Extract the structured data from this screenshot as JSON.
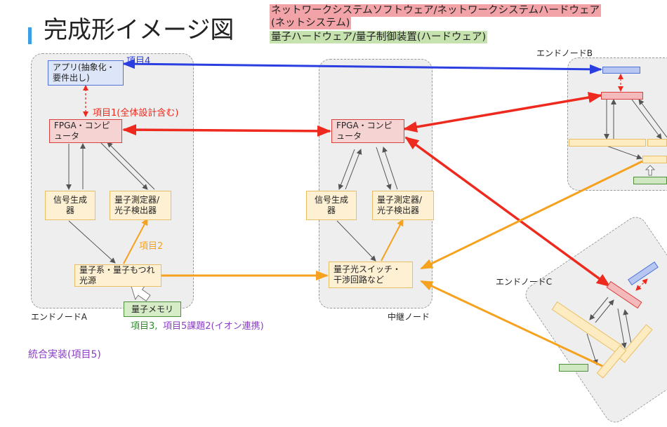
{
  "title": "完成形イメージ図",
  "legend": {
    "line1": "ネットワークシステムソフトウェア/ネットワークシステムハードウェア",
    "line2": "(ネットシステム)",
    "line3": "量子ハードウェア/量子制御装置(ハードウェア)"
  },
  "node_a": {
    "label": "エンドノードA",
    "app": "アプリ(抽象化・要件出し)",
    "fpga": "FPGA・コンピュータ",
    "signal": "信号生成器",
    "measure": "量子測定器/光子検出器",
    "quantum": "量子系・量子もつれ光源",
    "memory": "量子メモリ"
  },
  "relay": {
    "label": "中継ノード",
    "fpga": "FPGA・コンピュータ",
    "signal": "信号生成器",
    "measure": "量子測定器/光子検出器",
    "switch": "量子光スイッチ・干渉回路など"
  },
  "node_b": {
    "label": "エンドノードB"
  },
  "node_c": {
    "label": "エンドノードC"
  },
  "items": {
    "item4": "項目4",
    "item1": "項目1(全体設計含む)",
    "item2": "項目2",
    "item3": "項目3,",
    "item5": "項目5課題2(イオン連携)"
  },
  "footer": "統合実装(項目5)",
  "colors": {
    "blue": "#2b3ee0",
    "red": "#ee2a1e",
    "orange": "#f6a21e",
    "purple": "#8a3fc4"
  }
}
